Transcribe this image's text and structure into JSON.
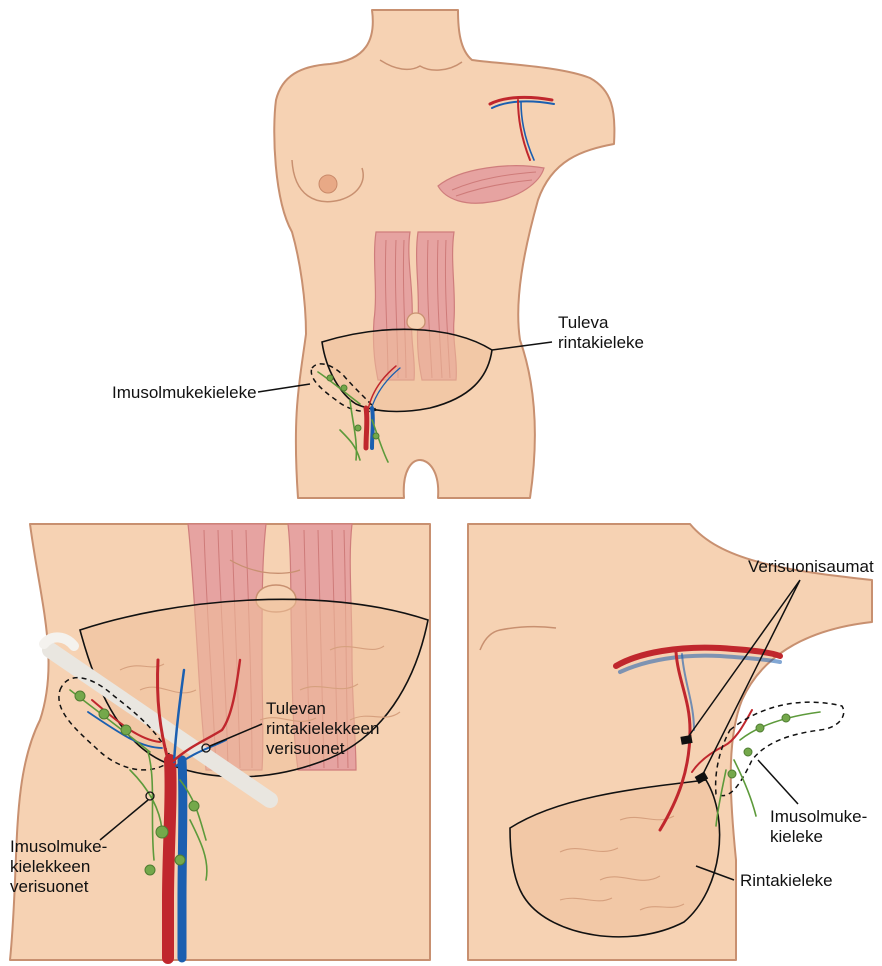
{
  "labels": {
    "top_lymph_flap": "Imusolmukekieleke",
    "top_future_flap": [
      "Tuleva",
      "rintakieleke"
    ],
    "bl_flap_vessels": [
      "Tulevan",
      "rintakielekkeen",
      "verisuonet"
    ],
    "bl_lymph_vessels": [
      "Imusolmuke-",
      "kielekkeen",
      "verisuonet"
    ],
    "br_anastomoses": "Verisuonisaumat",
    "br_lymph_flap": [
      "Imusolmuke-",
      "kieleke"
    ],
    "br_breast_flap": "Rintakieleke"
  },
  "colors": {
    "skin": "#f6d2b3",
    "skin_outline": "#c89070",
    "muscle": "#e6a3a1",
    "artery": "#c0272d",
    "vein": "#1b5fb0",
    "lymph": "#74a84b"
  }
}
